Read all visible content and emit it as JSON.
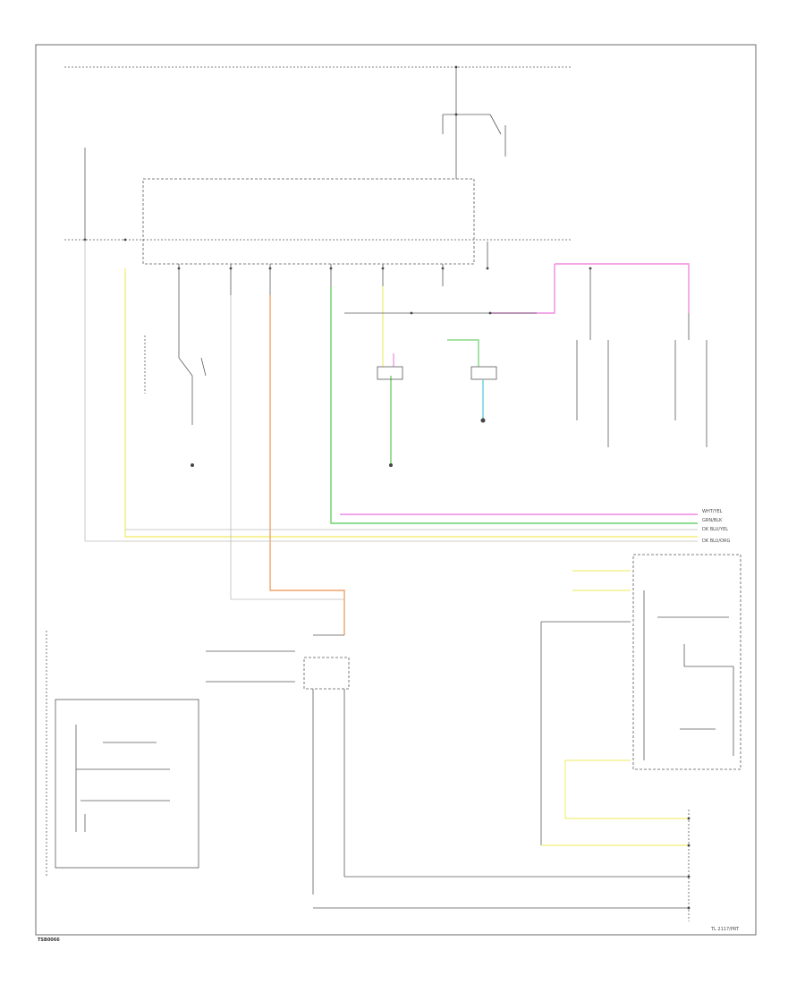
{
  "footer": {
    "left_code": "TSB0066",
    "right_code": "TL 2117/PRT"
  },
  "colors": {
    "yellow": "#f2ee7a",
    "orange": "#f0a46a",
    "green": "#6cd06c",
    "pink": "#f08ae0",
    "cyan": "#5fd0e0",
    "light": "#bdbdbd"
  },
  "wire_labels": {
    "pink_1": "WHT/YEL",
    "green_1": "GRN/BLK",
    "light_1": "DK BLU/YEL",
    "light_2": "DK BLU/ORG"
  }
}
